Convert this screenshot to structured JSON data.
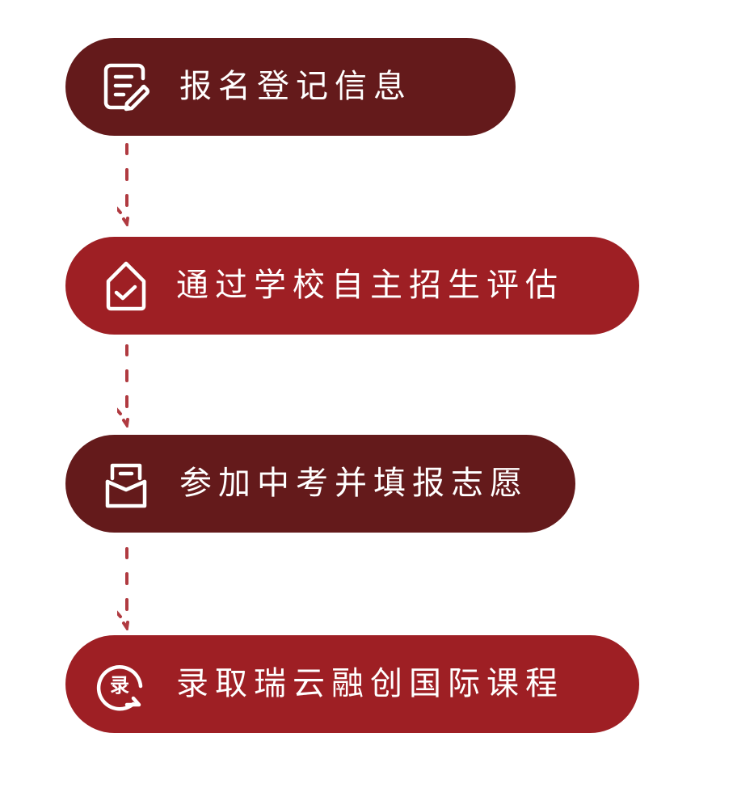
{
  "colors": {
    "dark": "#641A1B",
    "red": "#9E1F24",
    "dash": "#B03A40",
    "text": "#FFFFFF"
  },
  "steps": [
    {
      "label": "报名登记信息",
      "icon": "edit-document-icon",
      "style": "dark"
    },
    {
      "label": "通过学校自主招生评估",
      "icon": "house-check-icon",
      "style": "red"
    },
    {
      "label": "参加中考并填报志愿",
      "icon": "open-envelope-icon",
      "style": "dark"
    },
    {
      "label": "录取瑞云融创国际课程",
      "icon": "admission-circle-arrow-icon",
      "icon_text": "录",
      "style": "red"
    }
  ],
  "connectors": [
    {
      "from": 1,
      "to": 2,
      "style": "dashed-arrow"
    },
    {
      "from": 2,
      "to": 3,
      "style": "dashed-arrow"
    },
    {
      "from": 3,
      "to": 4,
      "style": "dashed-arrow"
    }
  ]
}
